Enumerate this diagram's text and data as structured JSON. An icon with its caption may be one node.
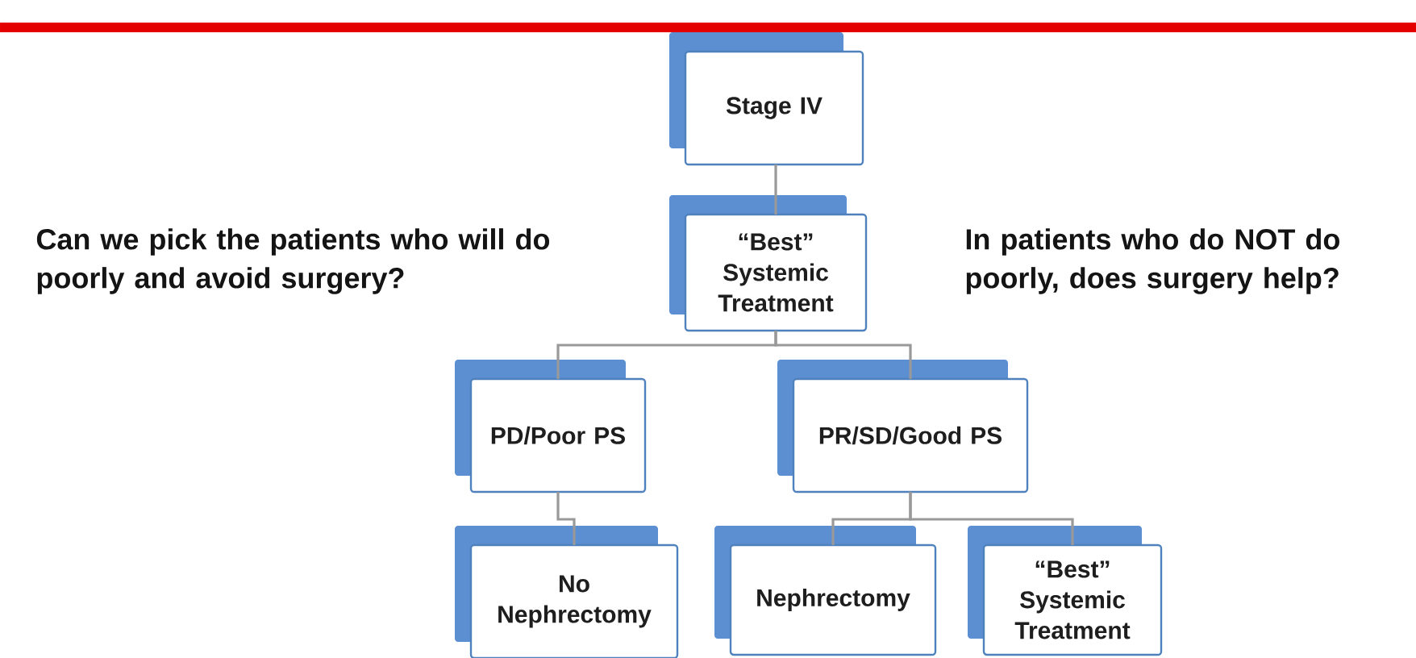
{
  "diagram": {
    "nodes": [
      {
        "text": [
          "Stage IV"
        ]
      },
      {
        "text": [
          "“Best” Systemic Treatment"
        ]
      },
      {
        "text": [
          "PD/Poor PS"
        ]
      },
      {
        "text": [
          "PR/SD/Good PS"
        ]
      },
      {
        "text": [
          "No Nephrectomy"
        ]
      },
      {
        "text": [
          "Nephrectomy"
        ]
      },
      {
        "text": [
          "“Best” Systemic Treatment"
        ]
      }
    ],
    "edges": [
      {
        "from": 0,
        "to": 1,
        "arrow": "none"
      },
      {
        "from": 1,
        "to": 2,
        "arrow": "none"
      },
      {
        "from": 1,
        "to": 3,
        "arrow": "none"
      },
      {
        "from": 2,
        "to": 4,
        "arrow": "none"
      },
      {
        "from": 3,
        "to": 5,
        "arrow": "none"
      },
      {
        "from": 3,
        "to": 6,
        "arrow": "none"
      }
    ],
    "labels": [
      "Can we pick the patients who will do poorly and avoid surgery?",
      "In patients who do NOT do poorly, does surgery help?"
    ]
  }
}
